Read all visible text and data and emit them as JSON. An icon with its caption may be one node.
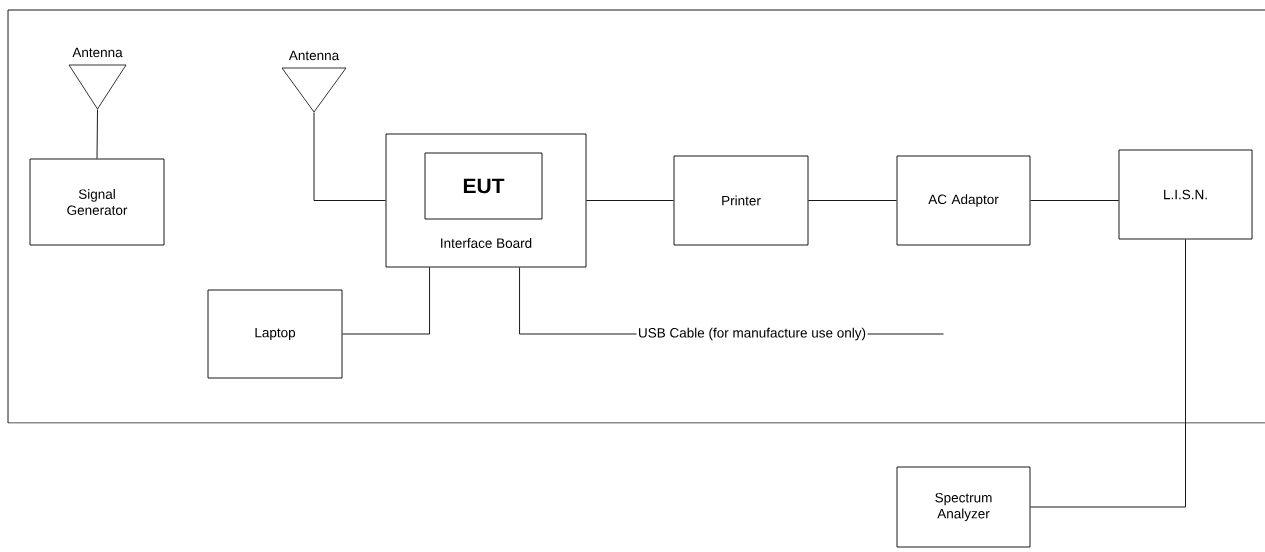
{
  "diagram": {
    "nodes": [
      {
        "text": [],
        "shape": "box"
      },
      {
        "text": [],
        "shape": "antenna",
        "beside": [
          "Antenna"
        ],
        "in": 0
      },
      {
        "text": [
          "Signal Generator"
        ],
        "in": 0
      },
      {
        "text": [],
        "shape": "antenna",
        "beside": [
          "Antenna"
        ],
        "in": 0
      },
      {
        "text": [
          "Interface Board"
        ],
        "in": 0
      },
      {
        "text": [
          "EUT"
        ],
        "in": 4
      },
      {
        "text": [
          "Printer"
        ],
        "in": 0
      },
      {
        "text": [
          "AC Adaptor"
        ],
        "in": 0
      },
      {
        "text": [
          "L.I.S.N."
        ],
        "in": 0
      },
      {
        "text": [
          "Laptop"
        ],
        "in": 0
      },
      {
        "text": [
          "USB Cable (for manufacture use only)"
        ],
        "in": 0
      },
      {
        "text": [
          "Spectrum Analyzer"
        ]
      }
    ],
    "edges": [
      {
        "from": 1,
        "to": 2,
        "arrow": "none"
      },
      {
        "from": 3,
        "to": 4,
        "arrow": "none"
      },
      {
        "from": 4,
        "to": 6,
        "arrow": "none"
      },
      {
        "from": 6,
        "to": 7,
        "arrow": "none"
      },
      {
        "from": 7,
        "to": 8,
        "arrow": "none"
      },
      {
        "from": 4,
        "to": 9,
        "arrow": "none"
      },
      {
        "from": 4,
        "to": 10,
        "arrow": "none"
      },
      {
        "from": 10,
        "to": null,
        "arrow": "none"
      },
      {
        "from": 8,
        "to": 11,
        "arrow": "none"
      }
    ]
  }
}
